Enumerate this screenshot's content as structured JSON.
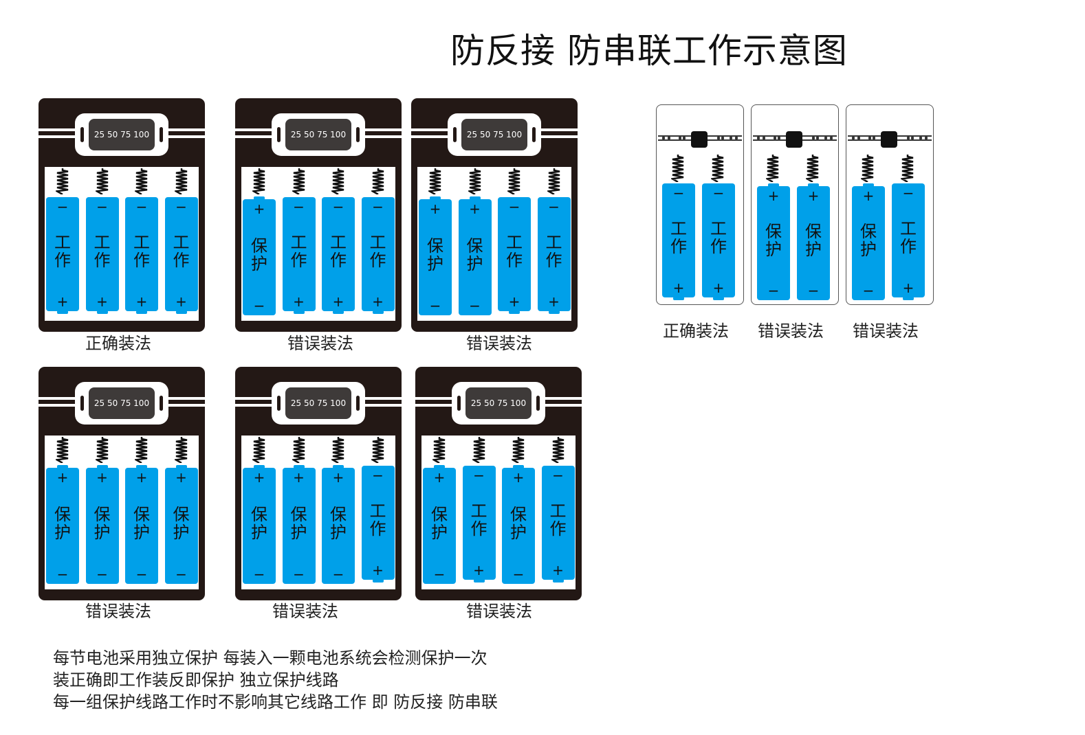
{
  "title": "防反接 防串联工作示意图",
  "display_text": "25 50 75 100",
  "pole_symbols": {
    "plus": "+",
    "minus": "−"
  },
  "cell_text": {
    "work": "工作",
    "protect": "保护"
  },
  "colors": {
    "cell": "#00a0e9",
    "box": "#231815",
    "display": "#3e3a39"
  },
  "four_cell_boxes": [
    {
      "caption": "正确装法",
      "cells": [
        "work",
        "work",
        "work",
        "work"
      ]
    },
    {
      "caption": "错误装法",
      "cells": [
        "protect",
        "work",
        "work",
        "work"
      ]
    },
    {
      "caption": "错误装法",
      "cells": [
        "protect",
        "protect",
        "work",
        "work"
      ]
    },
    {
      "caption": "错误装法",
      "cells": [
        "protect",
        "protect",
        "protect",
        "protect"
      ]
    },
    {
      "caption": "错误装法",
      "cells": [
        "protect",
        "protect",
        "protect",
        "work"
      ]
    },
    {
      "caption": "错误装法",
      "cells": [
        "protect",
        "work",
        "protect",
        "work"
      ]
    }
  ],
  "two_cell_boxes": [
    {
      "caption": "正确装法",
      "cells": [
        "work",
        "work"
      ]
    },
    {
      "caption": "错误装法",
      "cells": [
        "protect",
        "protect"
      ]
    },
    {
      "caption": "错误装法",
      "cells": [
        "protect",
        "work"
      ]
    }
  ],
  "notes": [
    "每节电池采用独立保护 每装入一颗电池系统会检测保护一次",
    "装正确即工作装反即保护  独立保护线路",
    "每一组保护线路工作时不影响其它线路工作 即 防反接 防串联"
  ]
}
